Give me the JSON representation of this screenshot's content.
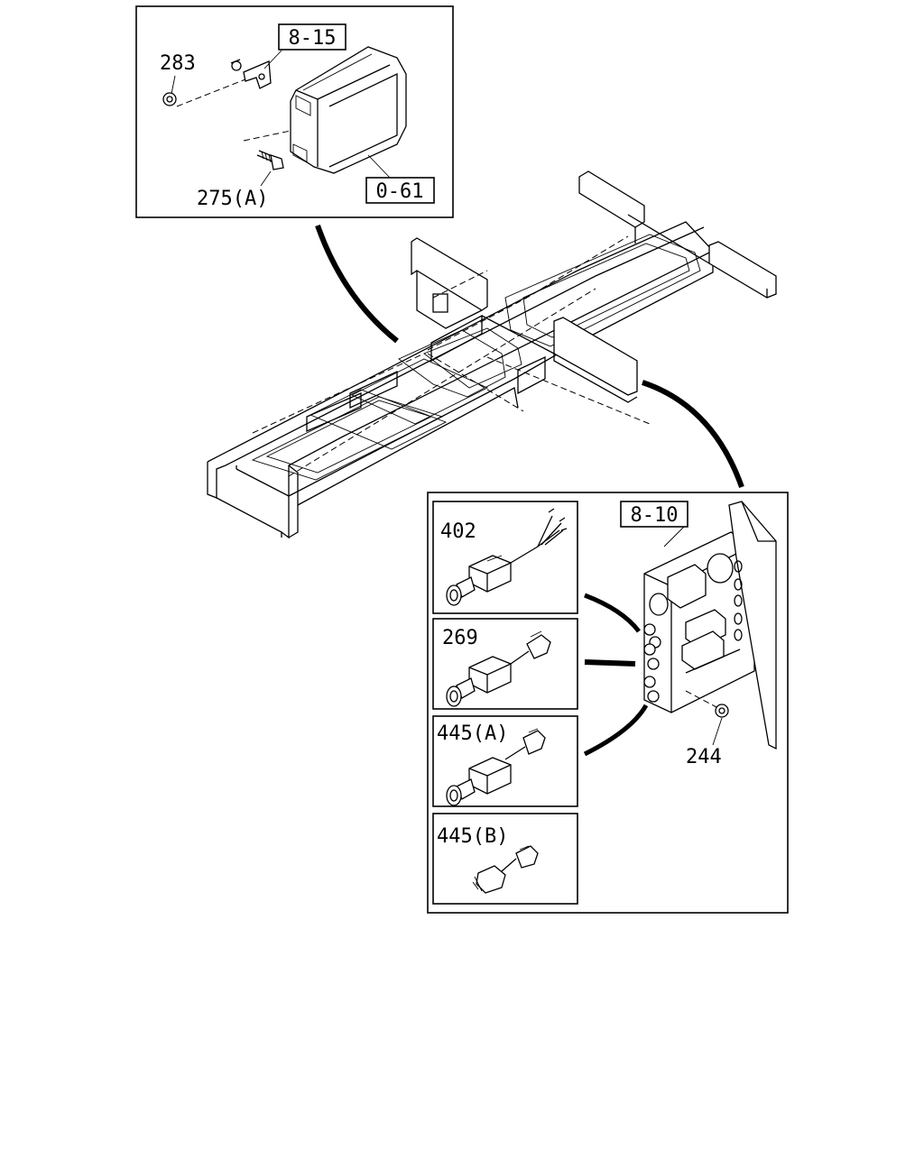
{
  "callouts": {
    "top_ref_1": "8-15",
    "top_ref_2": "0-61",
    "part_283": "283",
    "part_275a": "275(A)",
    "panel_ref": "8-10",
    "part_244": "244",
    "part_402": "402",
    "part_269": "269",
    "part_445a": "445(A)",
    "part_445b": "445(B)"
  }
}
